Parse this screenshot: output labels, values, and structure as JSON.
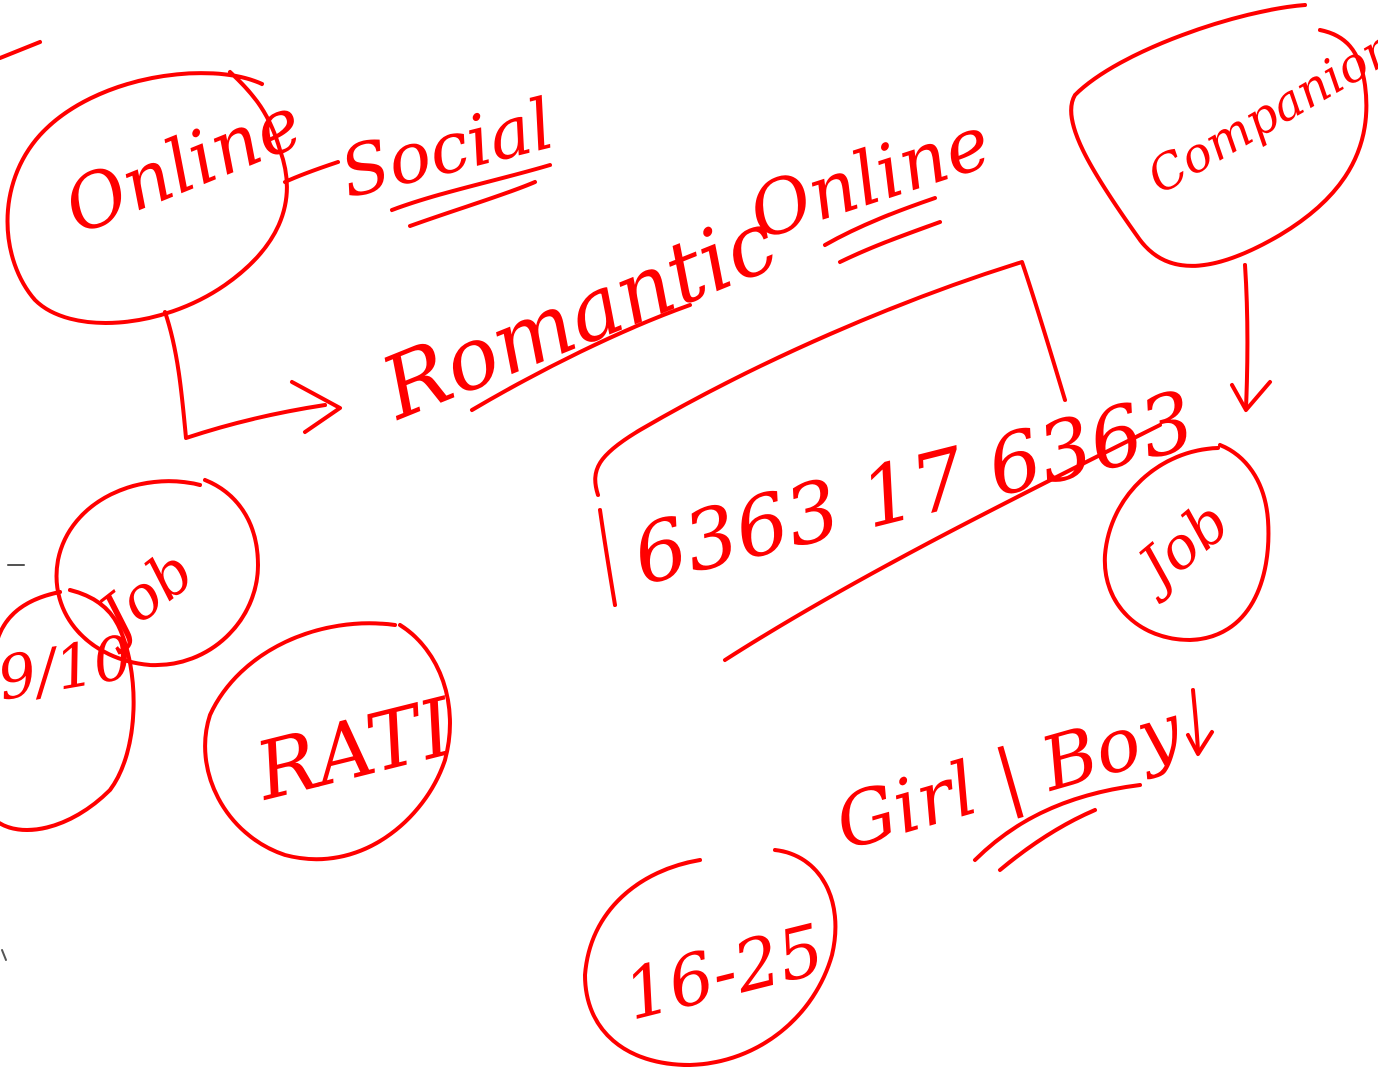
{
  "canvas": {
    "background": "#ffffff",
    "ink_color": "#ff0000",
    "ink_dark": "#e10000"
  },
  "notes": {
    "online_circle": "Online",
    "social": "Social",
    "romantic": "Romantic",
    "online_right": "Online",
    "phone_number": "6363 17 6363",
    "companion": "Companion",
    "job_right": "Job",
    "job_left": "Job",
    "fraction": "9/10",
    "rati": "RATI",
    "age_range": "16-25",
    "gender": "Girl | Boy"
  }
}
